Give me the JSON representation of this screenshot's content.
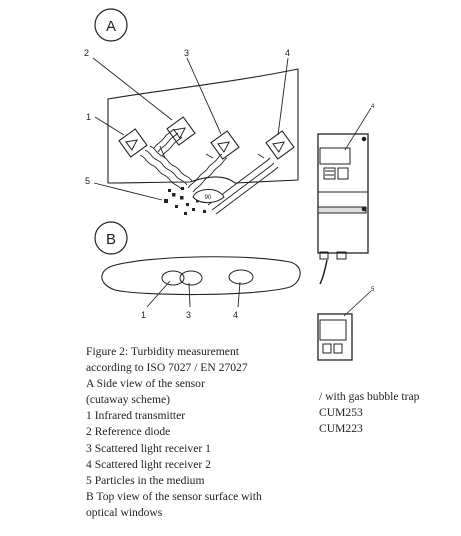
{
  "diagram": {
    "panel_a_label": "A",
    "panel_b_label": "B",
    "callouts_a": [
      "1",
      "2",
      "3",
      "4",
      "5"
    ],
    "angle_label": "90",
    "callouts_b": [
      "1",
      "3",
      "4"
    ],
    "right_callouts": [
      "4",
      "5"
    ]
  },
  "caption": {
    "lines": [
      "Figure 2: Turbidity measurement",
      "according to ISO 7027 / EN 27027",
      "A Side view of the sensor",
      "(cutaway scheme)",
      "1 Infrared transmitter",
      "2 Reference diode",
      "3 Scattered light receiver 1",
      "4 Scattered light receiver 2",
      "5 Particles in the medium",
      "B Top view of the sensor surface with",
      "optical windows"
    ]
  },
  "side_text": {
    "lines": [
      "/ with gas bubble trap",
      "CUM253",
      "CUM223"
    ]
  }
}
